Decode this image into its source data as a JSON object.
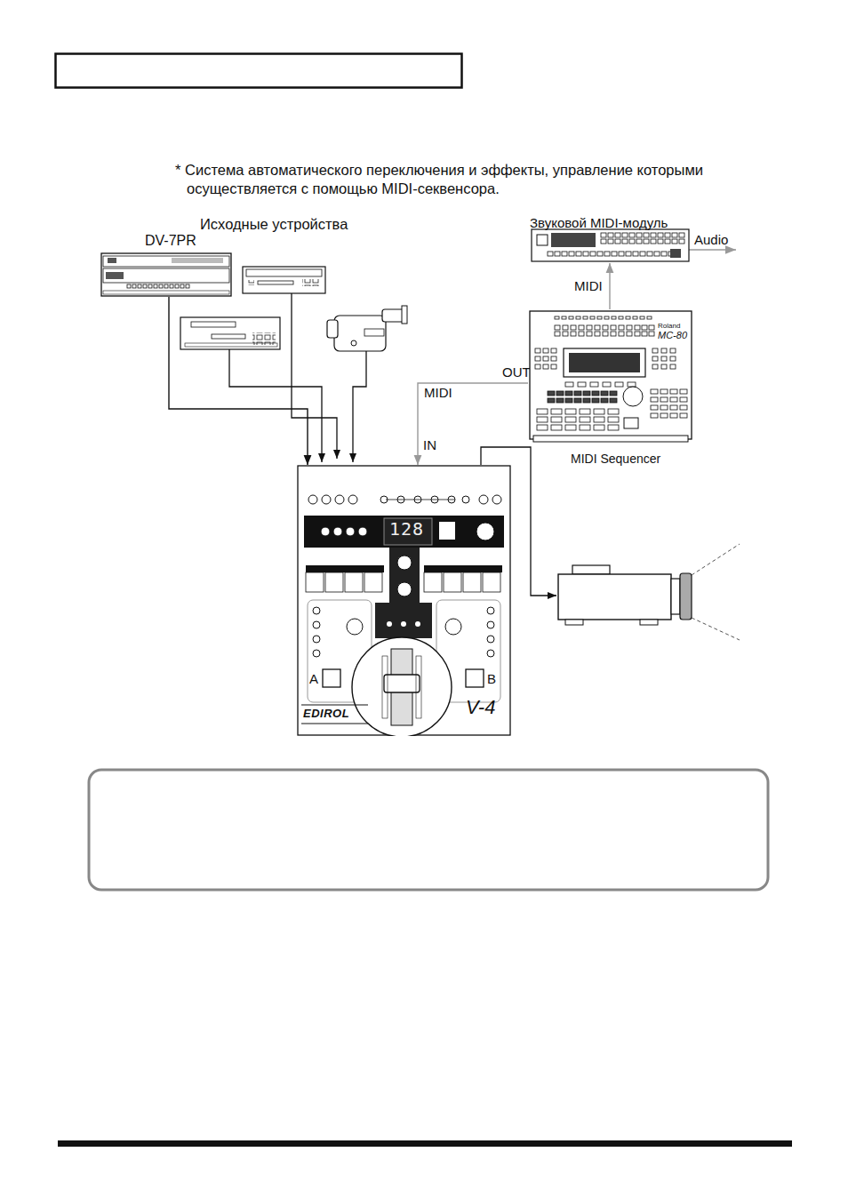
{
  "diagram": {
    "nodes": [
      {
        "text": [
          "DV-7PR"
        ]
      },
      {
        "text": [
          "Звуковой MIDI-модуль"
        ]
      },
      {
        "text": [
          "Roland",
          "MC-80",
          "MIDI Sequencer"
        ]
      },
      {
        "text": [
          "128",
          "A",
          "B",
          "EDIROL",
          "V-4"
        ]
      }
    ],
    "edges": [
      {
        "from": 0,
        "to": 3,
        "arrow": "to"
      },
      {
        "from": 2,
        "to": 1,
        "arrow": "to",
        "label": "MIDI"
      },
      {
        "from": 2,
        "to": 3,
        "arrow": "to",
        "label": "MIDI"
      }
    ],
    "labels": [
      "* Система автоматического переключения и эффекты, управление которыми осуществляется с помощью MIDI-секвенсора.",
      "Исходные устройства",
      "OUT",
      "IN",
      "Audio"
    ]
  }
}
